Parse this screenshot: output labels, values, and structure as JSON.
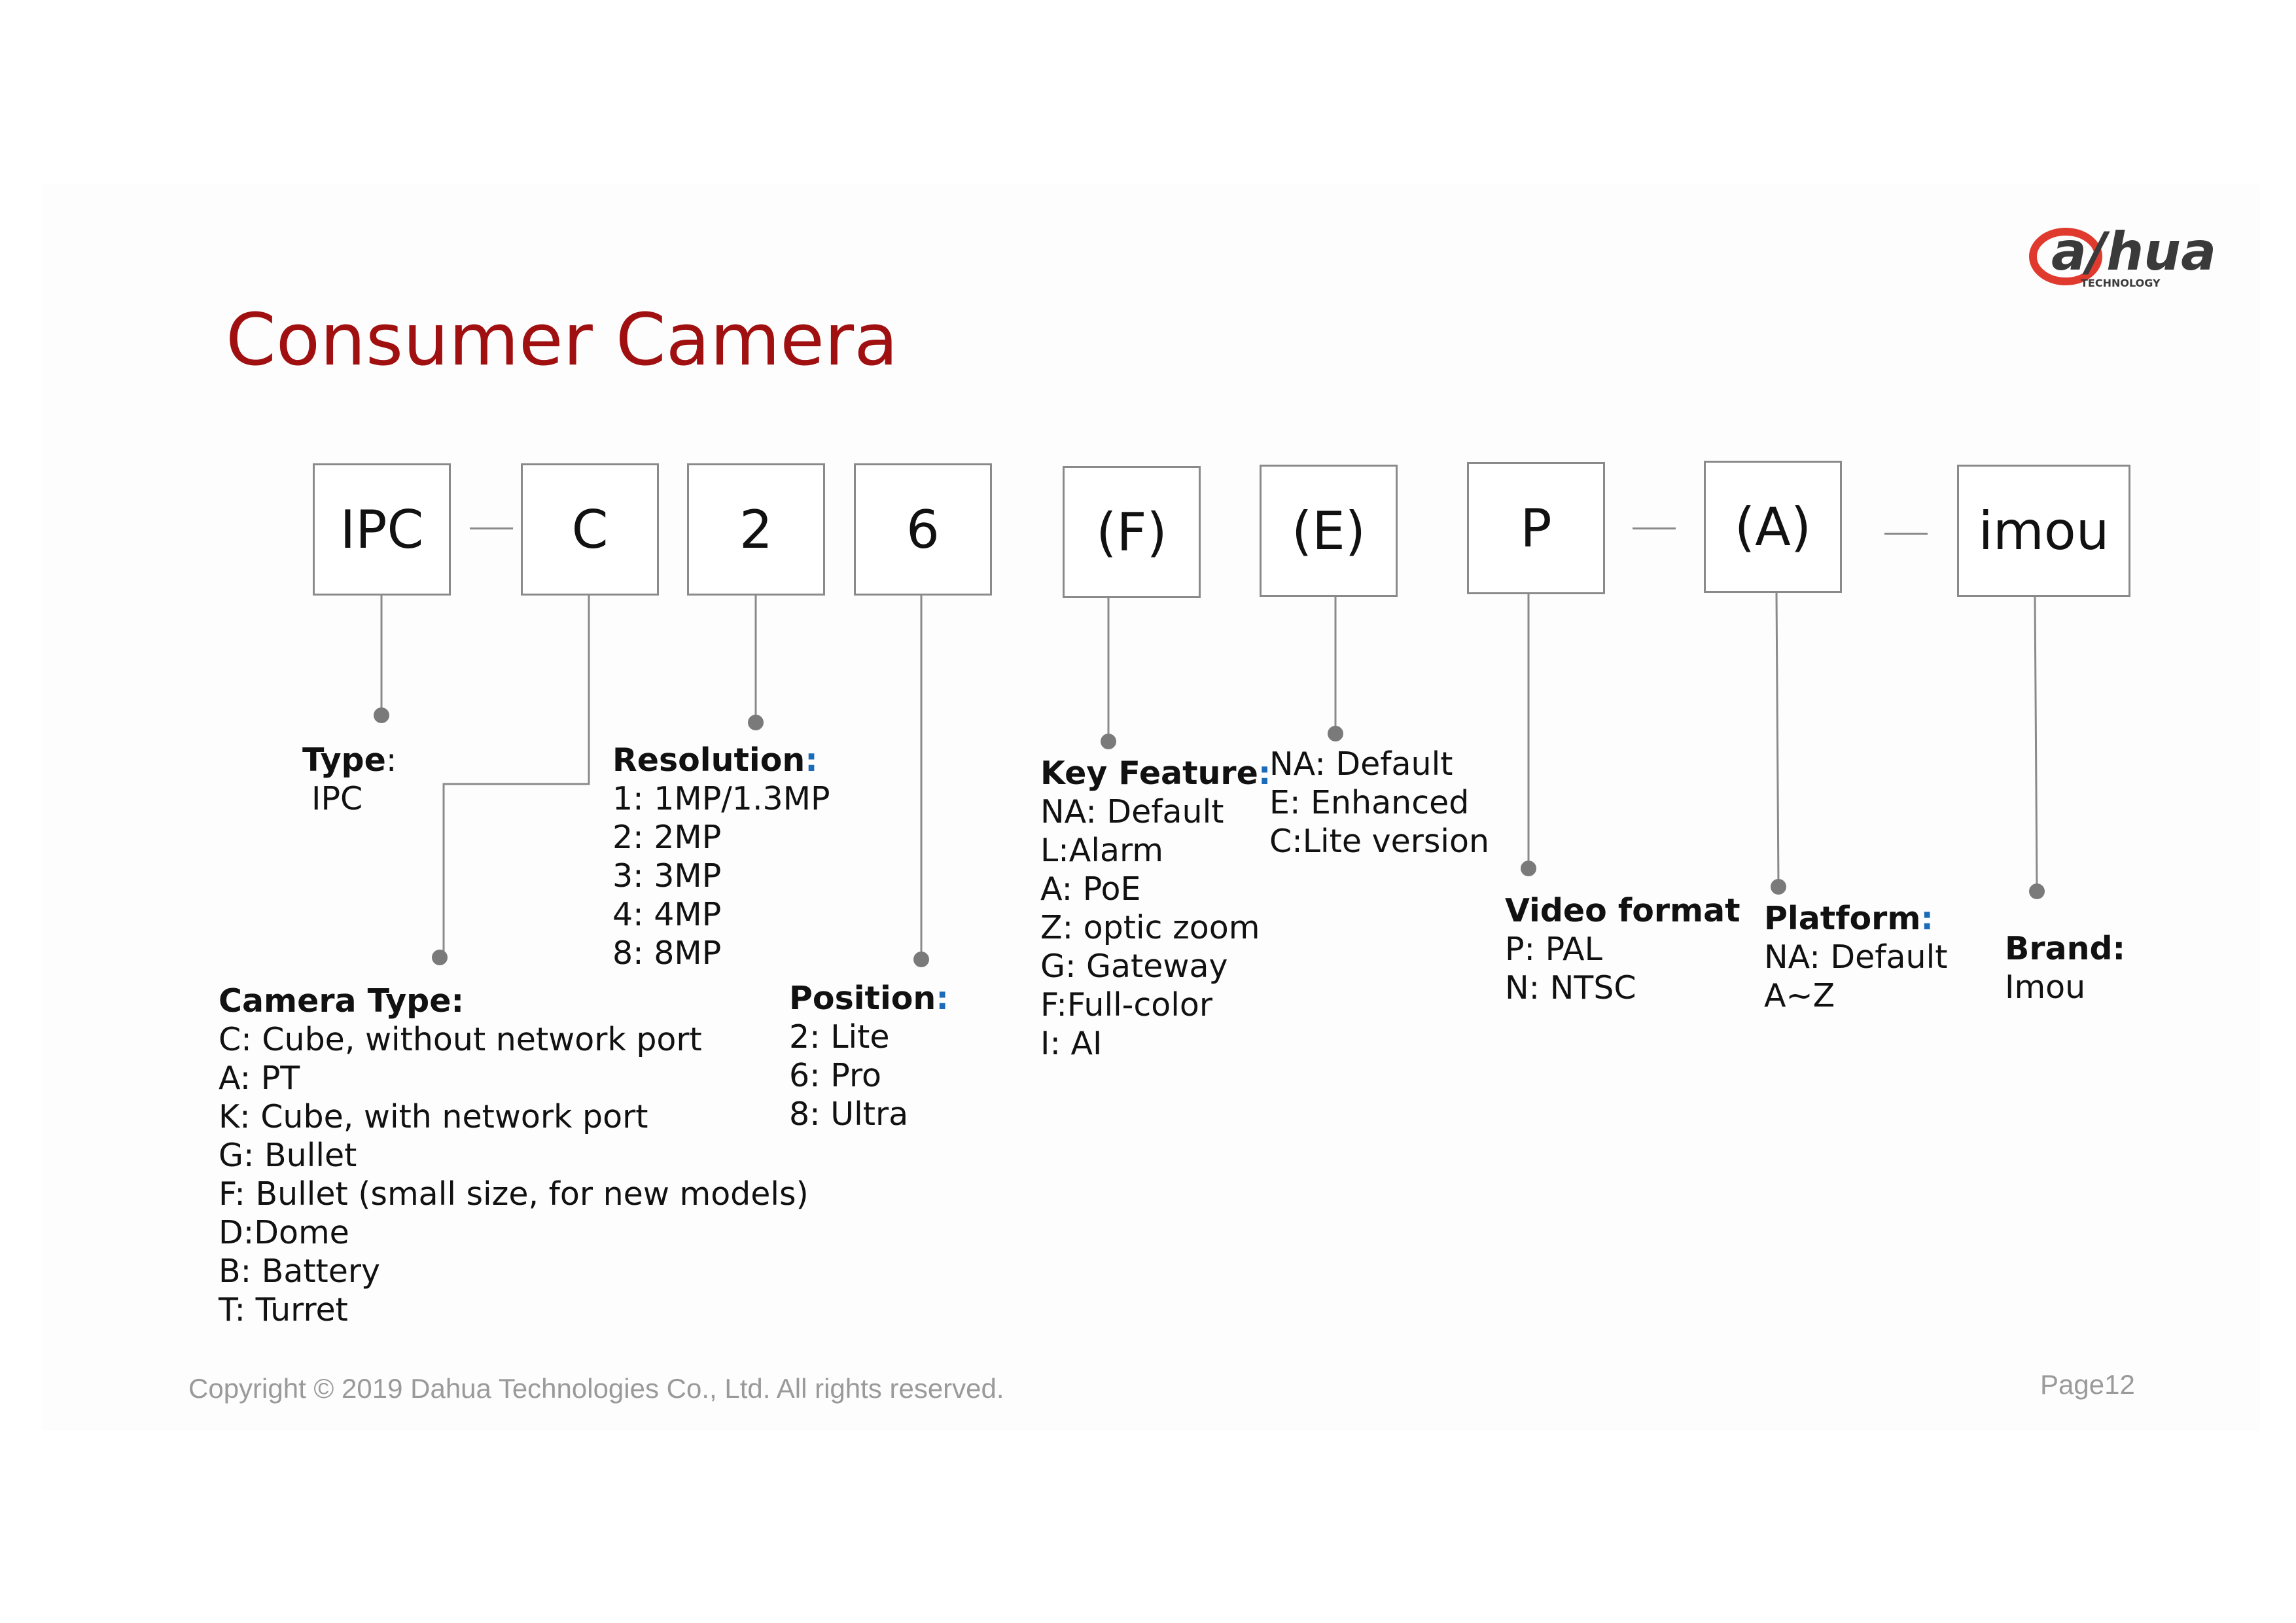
{
  "brand": {
    "logo_text": "alhua",
    "logo_sub": "TECHNOLOGY",
    "colors": {
      "red": "#e03a2e",
      "dark": "#3a3a3a"
    }
  },
  "title": "Consumer Camera",
  "code_boxes": [
    "IPC",
    "C",
    "2",
    "6",
    "(F)",
    "(E)",
    "P",
    "(A)",
    "imou"
  ],
  "groups": {
    "type": {
      "heading": "Type",
      "colon": ":",
      "items": [
        "IPC"
      ]
    },
    "camera_type": {
      "heading": "Camera Type:",
      "items": [
        "C: Cube, without network port",
        "A: PT",
        "K: Cube, with network port",
        "G: Bullet",
        "F: Bullet (small size, for new models)",
        "D:Dome",
        "B: Battery",
        "T: Turret"
      ]
    },
    "resolution": {
      "heading": "Resolution",
      "colon": ":",
      "items": [
        "1: 1MP/1.3MP",
        "2: 2MP",
        "3: 3MP",
        "4: 4MP",
        "8: 8MP"
      ]
    },
    "position": {
      "heading": "Position",
      "colon": ":",
      "items": [
        "2: Lite",
        "6: Pro",
        "8: Ultra"
      ]
    },
    "key_feature": {
      "heading": "Key Feature",
      "colon": ":",
      "items": [
        "NA: Default",
        "L:Alarm",
        "A: PoE",
        "Z: optic zoom",
        "G: Gateway",
        "F:Full-color",
        "I: AI"
      ]
    },
    "e_option": {
      "items": [
        "NA: Default",
        "E: Enhanced",
        "C:Lite version"
      ]
    },
    "video_format": {
      "heading": "Video format",
      "items": [
        "P: PAL",
        "N: NTSC"
      ]
    },
    "platform": {
      "heading": "Platform",
      "colon": ":",
      "items": [
        "NA: Default",
        "A~Z"
      ]
    },
    "brand_group": {
      "heading": "Brand:",
      "items": [
        "Imou"
      ]
    }
  },
  "footer": {
    "copyright": "Copyright © 2019 Dahua Technologies Co., Ltd. All rights reserved.",
    "page": "Page12"
  }
}
